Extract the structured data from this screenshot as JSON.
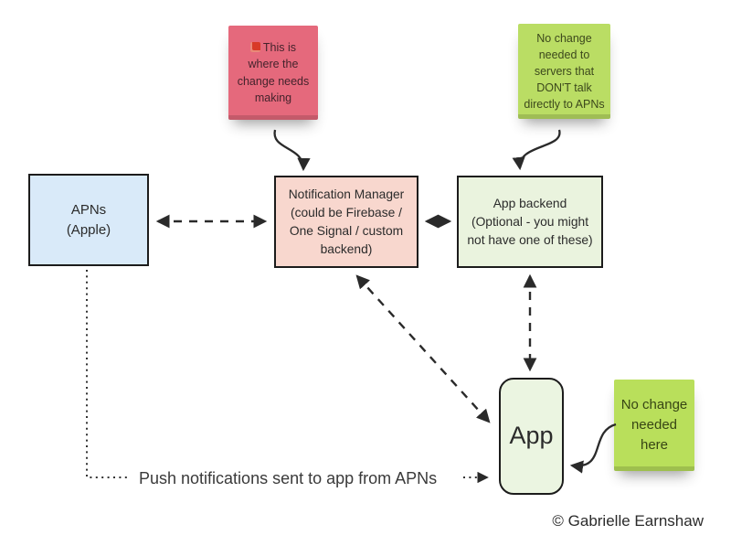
{
  "stickies": {
    "change": {
      "icon": "red-marker-icon",
      "text": "This is\nwhere the\nchange needs\nmaking",
      "color": "#e5697c"
    },
    "no_change_servers": {
      "text": "No change\nneeded to\nservers that\nDON'T talk\ndirectly to APNs",
      "color": "#badd64"
    },
    "no_change_here": {
      "text": "No change\nneeded\nhere",
      "color": "#b9df5b"
    }
  },
  "nodes": {
    "apns": {
      "label": "APNs\n(Apple)",
      "fill": "#d9eaf9"
    },
    "notification_manager": {
      "label": "Notification Manager\n(could be Firebase /\nOne Signal / custom\nbackend)",
      "fill": "#f8d7ce"
    },
    "app_backend": {
      "label": "App backend\n(Optional - you might\nnot have one of these)",
      "fill": "#eaf3de"
    },
    "app": {
      "label": "App",
      "fill": "#ebf5e1"
    }
  },
  "caption": {
    "text": "Push notifications sent to app from APNs"
  },
  "footer": {
    "copyright": "© Gabrielle Earnshaw"
  },
  "palette": {
    "arrow": "#2a2a2a",
    "box_border": "#1c1c1c"
  }
}
